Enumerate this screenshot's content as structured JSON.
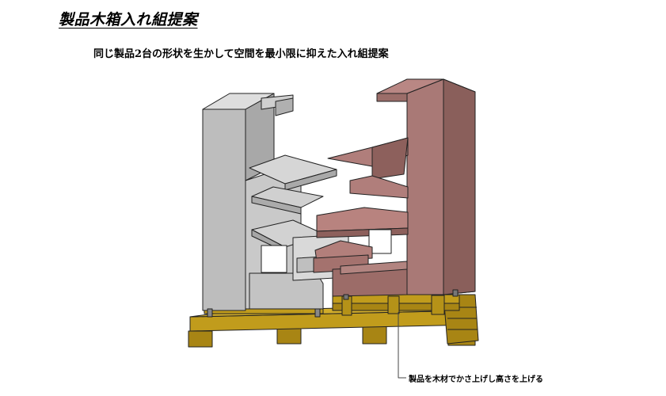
{
  "slide": {
    "title": "製品木箱入れ組提案",
    "subtitle": "同じ製品2台の形状を生かして空間を最小限に抑えた入れ組提案",
    "callout": "製品を木材でかさ上げし高さを上げる"
  },
  "colors": {
    "grey_product": "#b8b8b8",
    "red_product": "#9e6e6a",
    "pallet_wood": "#b59218",
    "outline": "#222222"
  },
  "icons": {
    "grey_unit": "grey-product-unit",
    "red_unit": "red-product-unit",
    "pallet": "wooden-pallet"
  }
}
